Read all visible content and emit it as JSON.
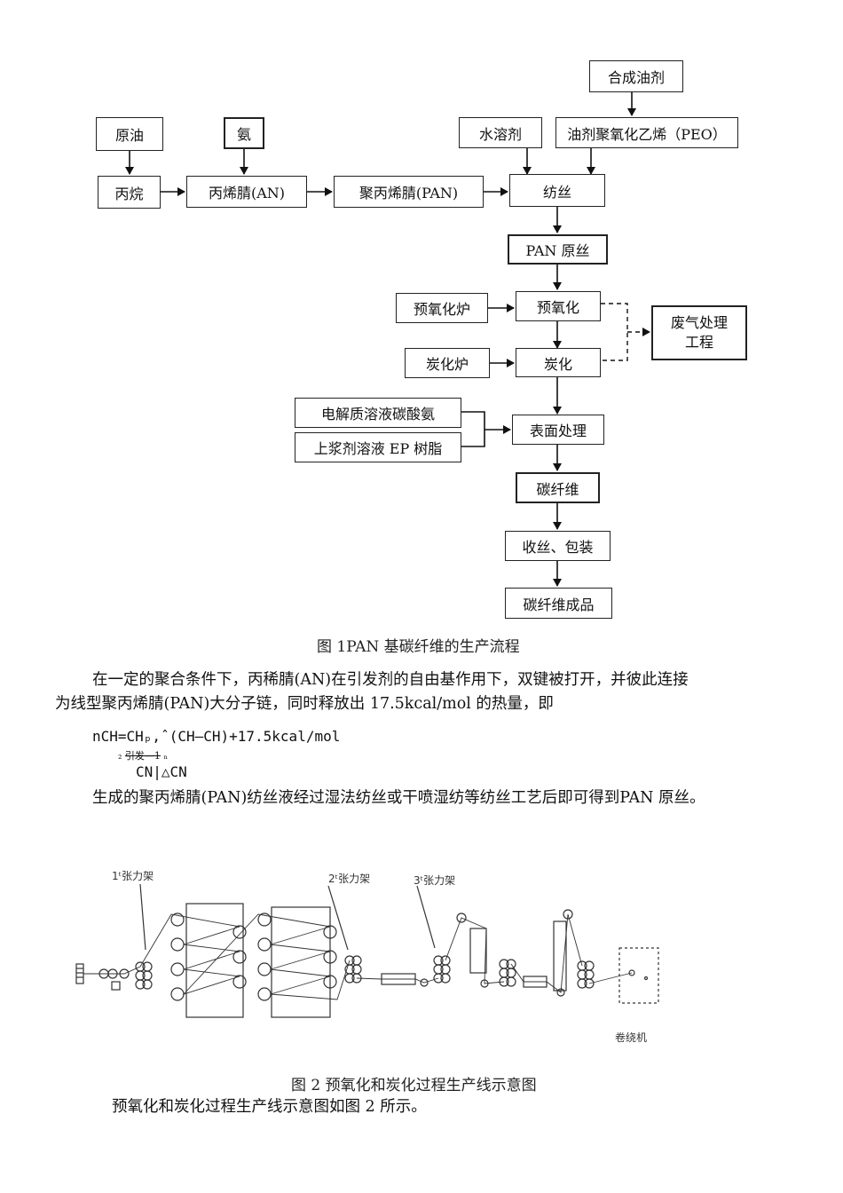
{
  "figure1": {
    "nodes": {
      "synth_oil": "合成油剂",
      "crude_oil": "原油",
      "ammonia": "氨",
      "water_solvent": "水溶剂",
      "peo": "油剂聚氧化乙烯（PEO）",
      "propane": "丙烷",
      "an": "丙烯腈(AN)",
      "pan_poly": "聚丙烯腈(PAN)",
      "spinning": "纺丝",
      "pan_precursor": "PAN 原丝",
      "preox_furnace": "预氧化炉",
      "preox": "预氧化",
      "waste_gas_l1": "废气处理",
      "waste_gas_l2": "工程",
      "carb_furnace": "炭化炉",
      "carb": "炭化",
      "electrolyte": "电解质溶液碳酸氨",
      "sizing": "上浆剂溶液 EP 树脂",
      "surface": "表面处理",
      "carbon_fiber": "碳纤维",
      "winding": "收丝、包装",
      "final": "碳纤维成品"
    },
    "caption": "图 1PAN 基碳纤维的生产流程"
  },
  "text": {
    "para1_line1": "在一定的聚合条件下，丙稀腈(AN)在引发剂的自由基作用下，双键被打开，并彼此连接",
    "para1_line2": "为线型聚丙烯腈(PAN)大分子链，同时释放出 17.5kcal/mol 的热量，即",
    "formula_line1": "nCH=CHₚ,ˆ(CH—CH)+17.5kcal/mol",
    "formula_sub_a": "₂",
    "formula_sub_b": "引发—1",
    "formula_sub_c": "ₙ",
    "formula_line3": "CN|△CN",
    "para2": "生成的聚丙烯腈(PAN)纺丝液经过湿法纺丝或干喷湿纺等纺丝工艺后即可得到PAN 原丝。",
    "para3": "预氧化和炭化过程生产线示意图如图 2 所示。"
  },
  "figure2": {
    "label1": "1ᵗ张力架",
    "label2": "2ᵗ张力架",
    "label3": "3ᵗ张力架",
    "label_winder": "卷绕机",
    "caption": "图 2 预氧化和炭化过程生产线示意图"
  }
}
